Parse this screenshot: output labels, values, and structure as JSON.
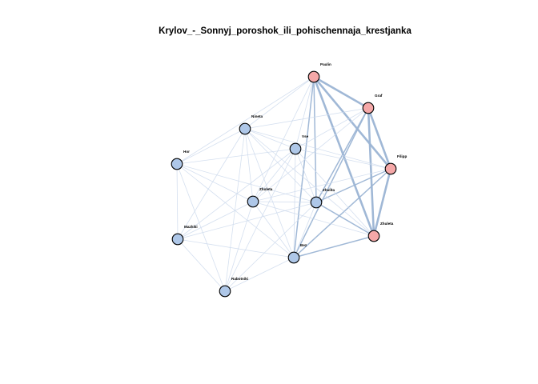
{
  "title": "Krylov_-_Sonnyj_poroshok_ili_pohischennaja_krestjanka",
  "colors": {
    "node_default": "#aec7e8",
    "node_highlight": "#f5a8a8",
    "node_stroke": "#000000",
    "edge_strong": "#9bb4d4",
    "edge_weak": "#cdd9ec"
  },
  "nodes": [
    {
      "id": "paulin",
      "label": "Paulin",
      "highlight": true
    },
    {
      "id": "graf",
      "label": "Graf",
      "highlight": true
    },
    {
      "id": "filipp",
      "label": "Filipp",
      "highlight": true
    },
    {
      "id": "zhuleta_r",
      "label": "Zhuleta",
      "highlight": true
    },
    {
      "id": "ninetta",
      "label": "Nineta",
      "highlight": false
    },
    {
      "id": "vse",
      "label": "Vse",
      "highlight": false
    },
    {
      "id": "hor",
      "label": "Hor",
      "highlight": false
    },
    {
      "id": "zhuleta_l",
      "label": "Zhuleta",
      "highlight": false
    },
    {
      "id": "zhulita",
      "label": "Zhulita",
      "highlight": false
    },
    {
      "id": "mazhiki",
      "label": "Mazhiki",
      "highlight": false
    },
    {
      "id": "bez",
      "label": "Bez",
      "highlight": false
    },
    {
      "id": "rabotniki",
      "label": "Rabotniki",
      "highlight": false
    }
  ],
  "edges": [
    [
      "paulin",
      "graf",
      3
    ],
    [
      "paulin",
      "filipp",
      3
    ],
    [
      "paulin",
      "zhuleta_r",
      3
    ],
    [
      "paulin",
      "zhulita",
      2
    ],
    [
      "paulin",
      "bez",
      2
    ],
    [
      "paulin",
      "vse",
      1
    ],
    [
      "paulin",
      "ninetta",
      1
    ],
    [
      "paulin",
      "zhuleta_l",
      1
    ],
    [
      "paulin",
      "hor",
      1
    ],
    [
      "graf",
      "filipp",
      3
    ],
    [
      "graf",
      "zhuleta_r",
      3
    ],
    [
      "graf",
      "zhulita",
      2
    ],
    [
      "graf",
      "bez",
      2
    ],
    [
      "graf",
      "vse",
      1
    ],
    [
      "graf",
      "ninetta",
      1
    ],
    [
      "graf",
      "zhuleta_l",
      1
    ],
    [
      "filipp",
      "zhuleta_r",
      3
    ],
    [
      "filipp",
      "zhulita",
      2
    ],
    [
      "filipp",
      "bez",
      2
    ],
    [
      "filipp",
      "vse",
      1
    ],
    [
      "filipp",
      "ninetta",
      1
    ],
    [
      "filipp",
      "zhuleta_l",
      1
    ],
    [
      "zhuleta_r",
      "zhulita",
      2
    ],
    [
      "zhuleta_r",
      "bez",
      2
    ],
    [
      "zhuleta_r",
      "vse",
      1
    ],
    [
      "zhuleta_r",
      "ninetta",
      1
    ],
    [
      "zhuleta_r",
      "zhuleta_l",
      1
    ],
    [
      "ninetta",
      "vse",
      1
    ],
    [
      "ninetta",
      "zhulita",
      1
    ],
    [
      "ninetta",
      "bez",
      1
    ],
    [
      "ninetta",
      "zhuleta_l",
      1
    ],
    [
      "ninetta",
      "hor",
      1
    ],
    [
      "ninetta",
      "mazhiki",
      1
    ],
    [
      "ninetta",
      "rabotniki",
      1
    ],
    [
      "vse",
      "zhulita",
      1
    ],
    [
      "vse",
      "bez",
      1
    ],
    [
      "vse",
      "zhuleta_l",
      1
    ],
    [
      "vse",
      "hor",
      1
    ],
    [
      "vse",
      "mazhiki",
      1
    ],
    [
      "vse",
      "rabotniki",
      1
    ],
    [
      "hor",
      "zhuleta_l",
      1
    ],
    [
      "hor",
      "zhulita",
      1
    ],
    [
      "hor",
      "bez",
      1
    ],
    [
      "hor",
      "mazhiki",
      1
    ],
    [
      "hor",
      "rabotniki",
      1
    ],
    [
      "zhuleta_l",
      "zhulita",
      1
    ],
    [
      "zhuleta_l",
      "bez",
      1
    ],
    [
      "zhuleta_l",
      "mazhiki",
      1
    ],
    [
      "zhuleta_l",
      "rabotniki",
      1
    ],
    [
      "zhulita",
      "bez",
      1
    ],
    [
      "zhulita",
      "mazhiki",
      1
    ],
    [
      "zhulita",
      "rabotniki",
      1
    ],
    [
      "mazhiki",
      "bez",
      1
    ],
    [
      "mazhiki",
      "rabotniki",
      1
    ],
    [
      "bez",
      "rabotniki",
      1
    ]
  ]
}
